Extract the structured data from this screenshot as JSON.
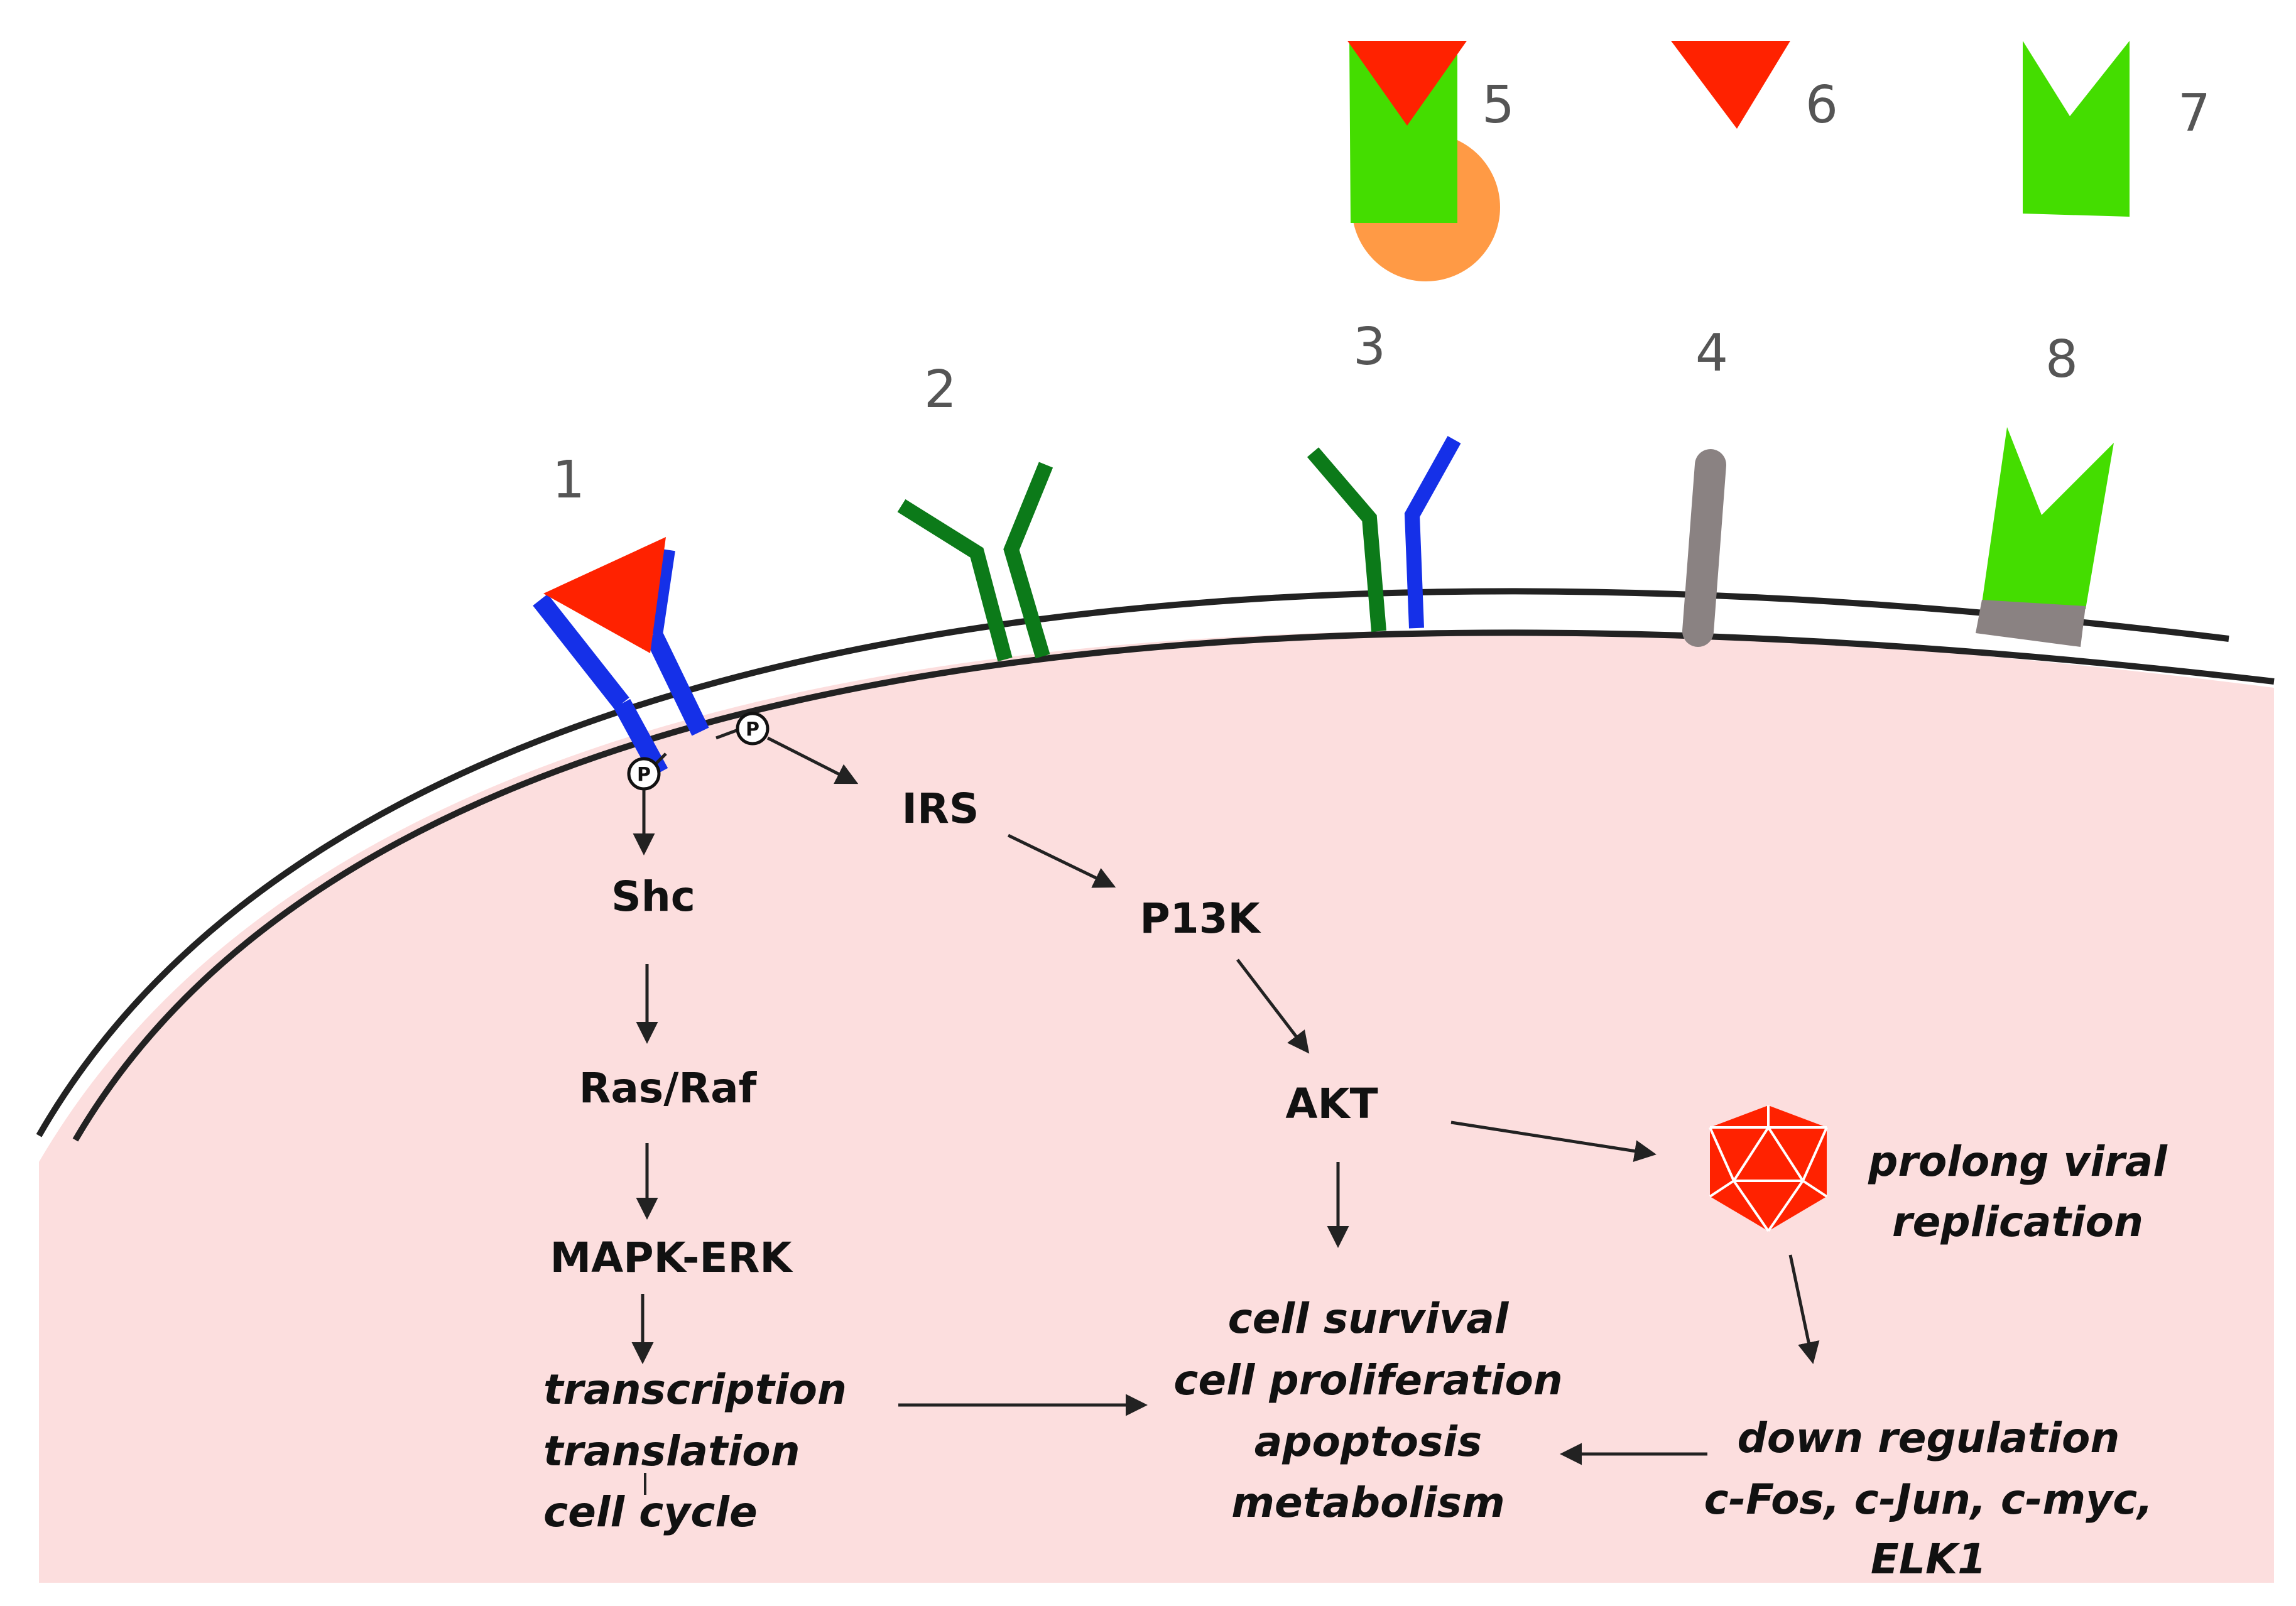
{
  "numbers": {
    "n1": "1",
    "n2": "2",
    "n3": "3",
    "n4": "4",
    "n5": "5",
    "n6": "6",
    "n7": "7",
    "n8": "8"
  },
  "phospho": {
    "p1": "P",
    "p2": "P"
  },
  "left_pathway": {
    "shc": "Shc",
    "ras_raf": "Ras/Raf",
    "mapk_erk": "MAPK-ERK",
    "outcomes": [
      "transcription",
      "translation",
      "cell cycle"
    ]
  },
  "right_pathway": {
    "irs": "IRS",
    "p13k": "P13K",
    "akt": "AKT"
  },
  "center_outcomes": [
    "cell survival",
    "cell proliferation",
    "apoptosis",
    "metabolism"
  ],
  "virus_outcome": [
    "prolong viral",
    "replication"
  ],
  "downregulation": [
    "down regulation",
    "c-Fos, c-Jun, c-myc,",
    "ELK1"
  ],
  "colors": {
    "cytoplasm": "#fcdede",
    "ligand": "#ff2200",
    "receptor_blue": "#1530e8",
    "receptor_dark_green": "#0c7a19",
    "bright_green": "#44dd00",
    "gray": "#8a8282",
    "orange": "#ff9a45",
    "membrane": "#222222",
    "arrow": "#222222"
  }
}
